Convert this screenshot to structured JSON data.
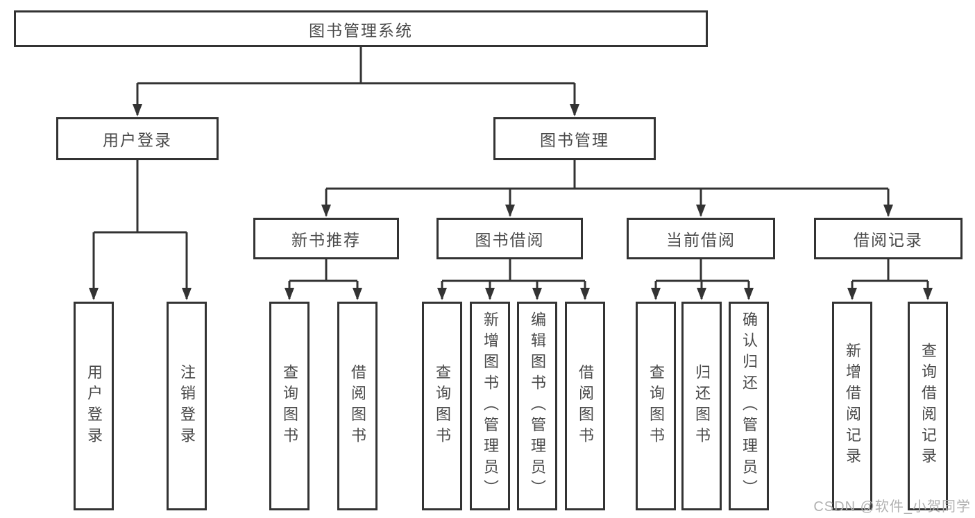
{
  "diagram": {
    "type": "hierarchy-flowchart",
    "colors": {
      "line": "#333333",
      "box_border": "#333333",
      "box_fill": "#ffffff",
      "text": "#4a4a4a",
      "watermark": "#b1b1b1"
    },
    "tree": {
      "label": "图书管理系统",
      "children": [
        {
          "label": "用户登录",
          "children": [
            {
              "label": "用户登录"
            },
            {
              "label": "注销登录"
            }
          ]
        },
        {
          "label": "图书管理",
          "children": [
            {
              "label": "新书推荐",
              "children": [
                {
                  "label": "查询图书"
                },
                {
                  "label": "借阅图书"
                }
              ]
            },
            {
              "label": "图书借阅",
              "children": [
                {
                  "label": "查询图书"
                },
                {
                  "label": "新增图书（管理员）"
                },
                {
                  "label": "编辑图书（管理员）"
                },
                {
                  "label": "借阅图书"
                }
              ]
            },
            {
              "label": "当前借阅",
              "children": [
                {
                  "label": "查询图书"
                },
                {
                  "label": "归还图书"
                },
                {
                  "label": "确认归还（管理员）"
                }
              ]
            },
            {
              "label": "借阅记录",
              "children": [
                {
                  "label": "新增借阅记录"
                },
                {
                  "label": "查询借阅记录"
                }
              ]
            }
          ]
        }
      ]
    },
    "watermark": "CSDN @软件_小贺同学"
  }
}
